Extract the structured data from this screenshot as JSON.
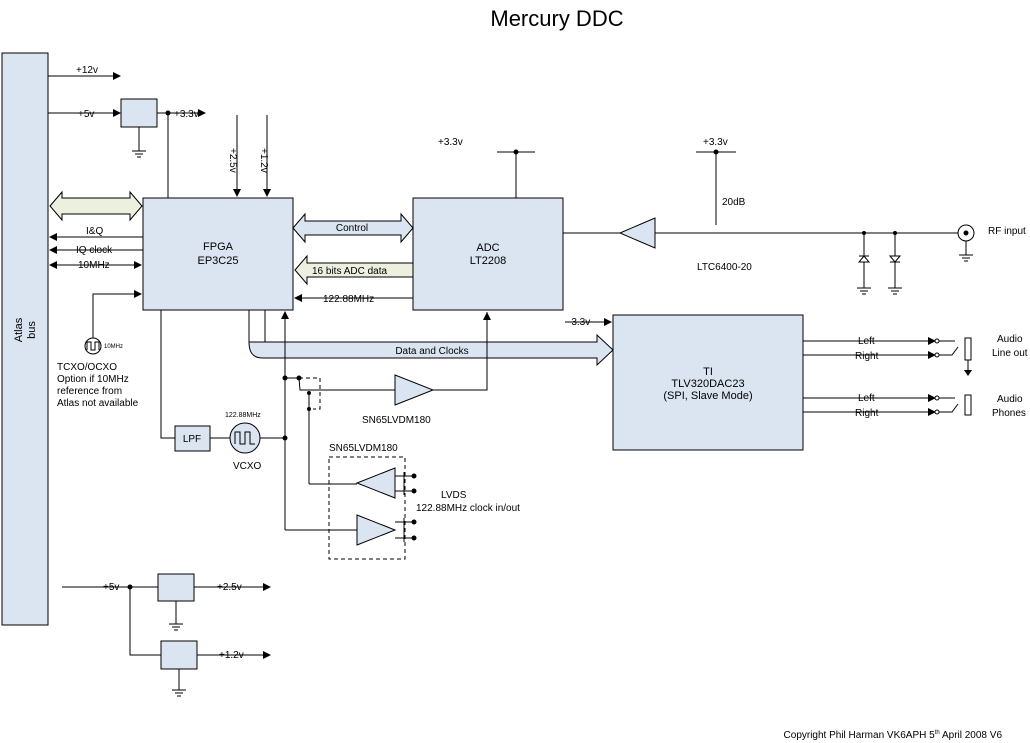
{
  "title": "Mercury  DDC",
  "copyright_prefix": "Copyright Phil Harman VK6APH 5",
  "copyright_sup": "th",
  "copyright_suffix": " April 2008 V6",
  "atlas": {
    "line1": "Atlas",
    "line2": "bus"
  },
  "rails": {
    "v12": "+12v",
    "v5_top": "+5v",
    "v33_top": "+3.3v",
    "v25_fpga": "+2.5v",
    "v12_fpga": "+1.2v",
    "v33_adc": "+3.3v",
    "v33_amp": "+3.3v",
    "v33_dac": "-3.3v",
    "v5_bottom": "+5v",
    "v25_out": "+2.5v",
    "v12_out": "+1.2v"
  },
  "fpga": {
    "line1": "FPGA",
    "line2": "EP3C25"
  },
  "adc": {
    "line1": "ADC",
    "line2": "LT2208"
  },
  "dac": {
    "line1": "TI",
    "line2": "TLV320DAC23",
    "line3": "(SPI, Slave Mode)"
  },
  "signals": {
    "iq": "I&Q",
    "iq_clock": "IQ clock",
    "tenmhz": "10MHz",
    "control": "Control",
    "adc_data": "16 bits ADC data",
    "clk_12288": "122.88MHz",
    "data_clocks": "Data and Clocks"
  },
  "osc": {
    "tcxo_freq": "10MHz",
    "tcxo_l1": "TCXO/OCXO",
    "tcxo_l2": "Option if 10MHz",
    "tcxo_l3": "reference from",
    "tcxo_l4": "Atlas not available",
    "vcxo_freq": "122.88MHz",
    "vcxo_label": "VCXO",
    "lpf": "LPF"
  },
  "lvds": {
    "buf1": "SN65LVDM180",
    "buf2": "SN65LVDM180",
    "label1": "LVDS",
    "label2": "122.88MHz clock in/out"
  },
  "rf": {
    "gain": "20dB",
    "amp": "LTC6400-20",
    "input": "RF input"
  },
  "audio": {
    "left1": "Left",
    "right1": "Right",
    "lineout_l1": "Audio",
    "lineout_l2": "Line out",
    "left2": "Left",
    "right2": "Right",
    "phones_l1": "Audio",
    "phones_l2": "Phones"
  }
}
